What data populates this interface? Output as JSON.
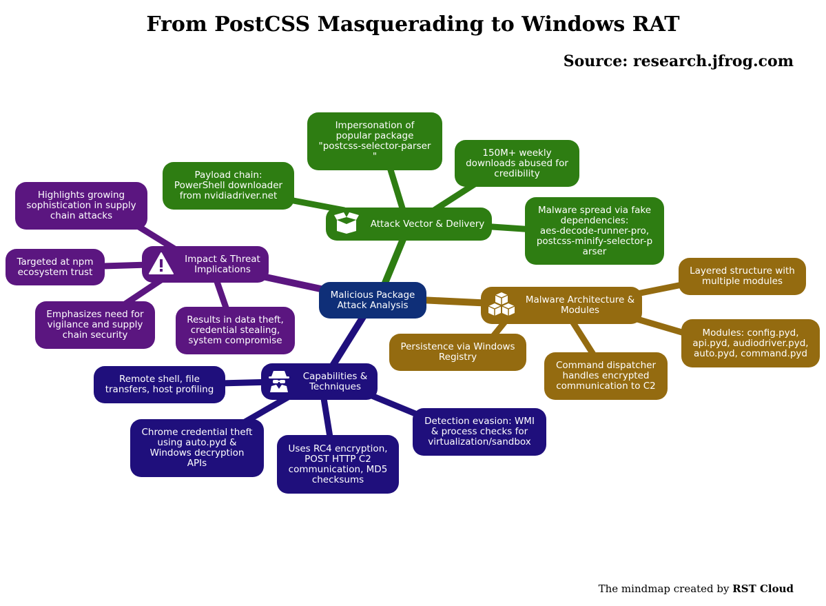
{
  "title": "From PostCSS Masquerading to Windows RAT",
  "source": "Source: research.jfrog.com",
  "footer": {
    "prefix": "The mindmap created by",
    "brand": "RST Cloud"
  },
  "colors": {
    "attack": "#2e7d12",
    "impact": "#5b1680",
    "capabilities": "#1f0f7c",
    "architecture": "#946b10",
    "center": "#0f2f78"
  },
  "center": {
    "label": "Malicious Package\nAttack Analysis"
  },
  "branches": {
    "attack": {
      "label": "Attack Vector & Delivery",
      "icon": "open-box-icon",
      "leaves": [
        "Impersonation of\npopular package\n\"postcss-selector-parser\n\"",
        "150M+ weekly\ndownloads abused for\ncredibility",
        "Payload chain:\nPowerShell downloader\nfrom nvidiadriver.net",
        "Malware spread via fake\ndependencies:\naes-decode-runner-pro,\npostcss-minify-selector-p\narser"
      ]
    },
    "impact": {
      "label": "Impact & Threat\nImplications",
      "icon": "warning-icon",
      "leaves": [
        "Highlights growing\nsophistication in supply\nchain attacks",
        "Targeted at npm\necosystem trust",
        "Emphasizes need for\nvigilance and supply\nchain security",
        "Results in data theft,\ncredential stealing,\nsystem compromise"
      ]
    },
    "architecture": {
      "label": "Malware Architecture &\nModules",
      "icon": "cubes-icon",
      "leaves": [
        "Layered structure with\nmultiple modules",
        "Modules: config.pyd,\napi.pyd, audiodriver.pyd,\nauto.pyd, command.pyd",
        "Persistence via Windows\nRegistry",
        "Command dispatcher\nhandles encrypted\ncommunication to C2"
      ]
    },
    "capabilities": {
      "label": "Capabilities &\nTechniques",
      "icon": "spy-icon",
      "leaves": [
        "Remote shell, file\ntransfers, host profiling",
        "Chrome credential theft\nusing auto.pyd &\nWindows decryption\nAPIs",
        "Uses RC4 encryption,\nPOST HTTP C2\ncommunication, MD5\nchecksums",
        "Detection evasion: WMI\n& process checks for\nvirtualization/sandbox"
      ]
    }
  }
}
